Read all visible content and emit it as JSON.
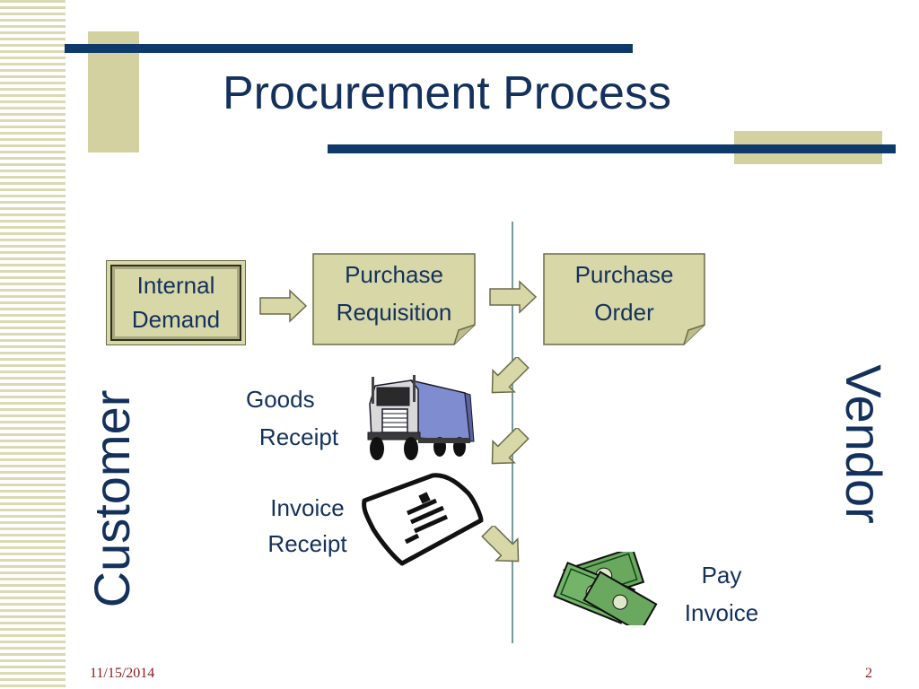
{
  "slide": {
    "title": "Procurement Process",
    "date": "11/15/2014",
    "page_number": "2"
  },
  "diagram": {
    "nodes": {
      "internal_demand": {
        "line1": "Internal",
        "line2": "Demand"
      },
      "purchase_requisition": {
        "line1": "Purchase",
        "line2": "Requisition"
      },
      "purchase_order": {
        "line1": "Purchase",
        "line2": "Order"
      },
      "goods_receipt": {
        "line1": "Goods",
        "line2": "Receipt"
      },
      "invoice_receipt": {
        "line1": "Invoice",
        "line2": "Receipt"
      },
      "pay_invoice": {
        "line1": "Pay",
        "line2": "Invoice"
      }
    },
    "lanes": {
      "left": "Customer",
      "right": "Vendor"
    },
    "icons": [
      "truck-icon",
      "invoice-document-icon",
      "money-icon"
    ]
  },
  "colors": {
    "title": "#13315c",
    "box_fill": "#d7d7a8",
    "accent_bar": "#0e3a6b",
    "accent_block": "#d4d1a0",
    "footer_text": "#8b1a1a"
  }
}
